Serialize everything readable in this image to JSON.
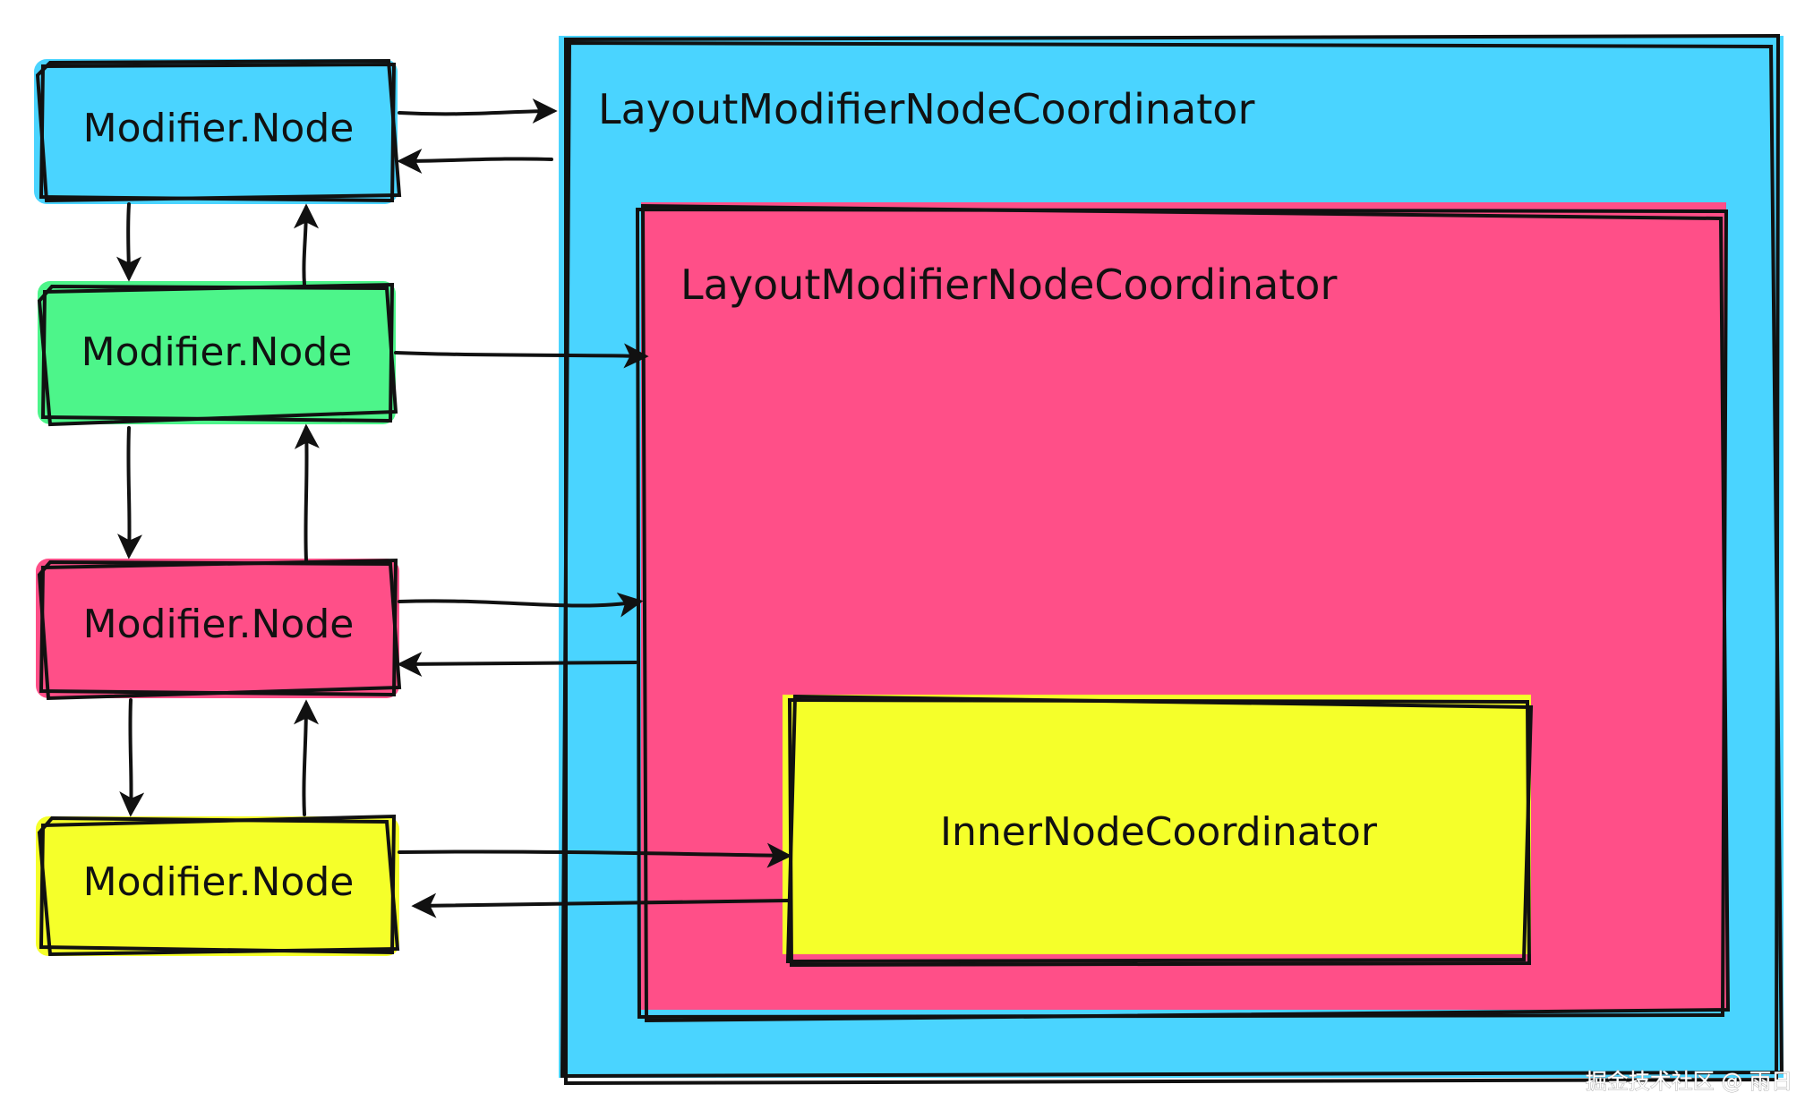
{
  "colors": {
    "blue": "#4ad4ff",
    "green": "#4df58a",
    "pink": "#ff4f88",
    "yellow": "#f5ff2a",
    "ink": "#111111"
  },
  "modifier_nodes": [
    {
      "label": "Modifier.Node",
      "color": "#4ad4ff"
    },
    {
      "label": "Modifier.Node",
      "color": "#4df58a"
    },
    {
      "label": "Modifier.Node",
      "color": "#ff4f88"
    },
    {
      "label": "Modifier.Node",
      "color": "#f5ff2a"
    }
  ],
  "coordinators": {
    "outer": {
      "label": "LayoutModifierNodeCoordinator",
      "color": "#4ad4ff"
    },
    "middle": {
      "label": "LayoutModifierNodeCoordinator",
      "color": "#ff4f88"
    },
    "inner": {
      "label": "InnerNodeCoordinator",
      "color": "#f5ff2a"
    }
  },
  "watermark": "掘金技术社区 @ 雨日"
}
